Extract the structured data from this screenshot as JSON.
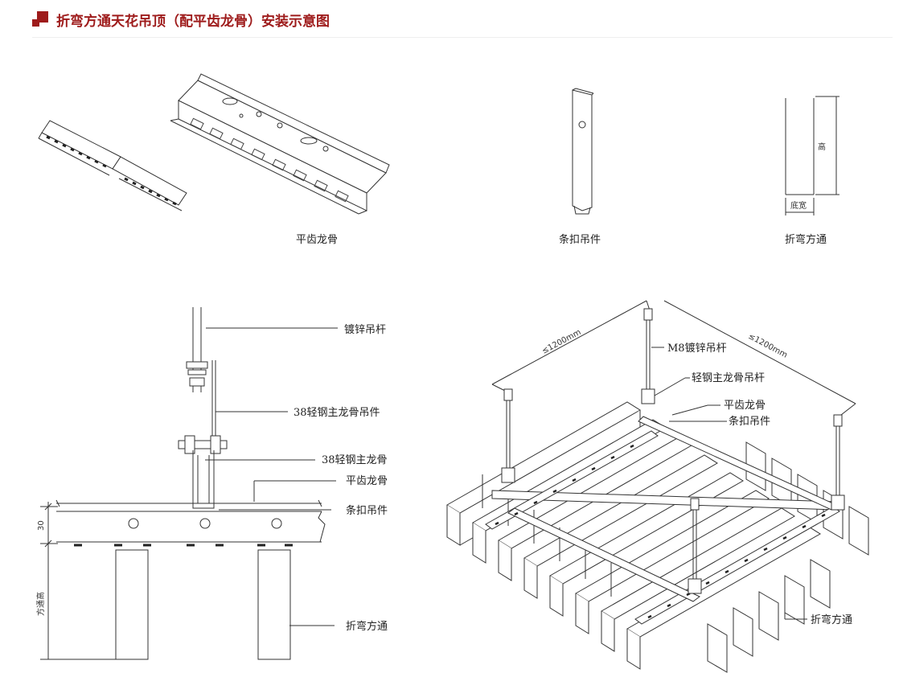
{
  "header": {
    "title": "折弯方通天花吊顶（配平齿龙骨）安装示意图",
    "accent_color": "#9e1b1b"
  },
  "parts": {
    "keel_caption": "平齿龙骨",
    "clip_caption": "条扣吊件",
    "tube_caption": "折弯方通",
    "tube_height_label": "高",
    "tube_width_label": "底宽"
  },
  "section": {
    "rod_label": "镀锌吊杆",
    "main_hanger_label": "38轻钢主龙骨吊件",
    "main_keel_label": "38轻钢主龙骨",
    "tooth_keel_label": "平齿龙骨",
    "clip_label": "条扣吊件",
    "tube_label": "折弯方通",
    "dim_30": "30",
    "dim_tube_height": "方通高"
  },
  "iso": {
    "dim_left": "≤1200mm",
    "dim_right": "≤1200mm",
    "rod_label": "M8镀锌吊杆",
    "hanger_label": "轻钢主龙骨吊杆",
    "tooth_keel_label": "平齿龙骨",
    "clip_label": "条扣吊件",
    "tube_label": "折弯方通"
  }
}
